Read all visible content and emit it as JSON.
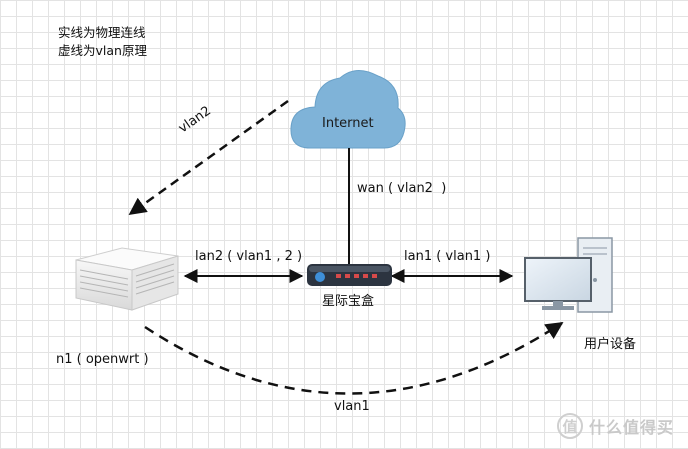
{
  "notes": {
    "solid": "实线为物理连线",
    "dashed": "虚线为vlan原理"
  },
  "nodes": {
    "internet": "Internet",
    "router": "星际宝盒",
    "n1": "n1 ( openwrt )",
    "user": "用户设备"
  },
  "links": {
    "wan": "wan ( vlan2  )",
    "lan2": "lan2 ( vlan1 , 2 )",
    "lan1": "lan1 ( vlan1 )",
    "vlan2_dashed": "vlan2",
    "vlan1_dashed": "vlan1"
  },
  "watermark": {
    "symbol": "值",
    "text": "什么值得买"
  },
  "colors": {
    "cloud": "#7fb3d8",
    "line": "#111111",
    "router_body": "#2c3440",
    "router_led": "#d64a4a"
  },
  "icons": [
    "cloud-icon",
    "n1-box-icon",
    "router-icon",
    "desktop-computer-icon"
  ]
}
